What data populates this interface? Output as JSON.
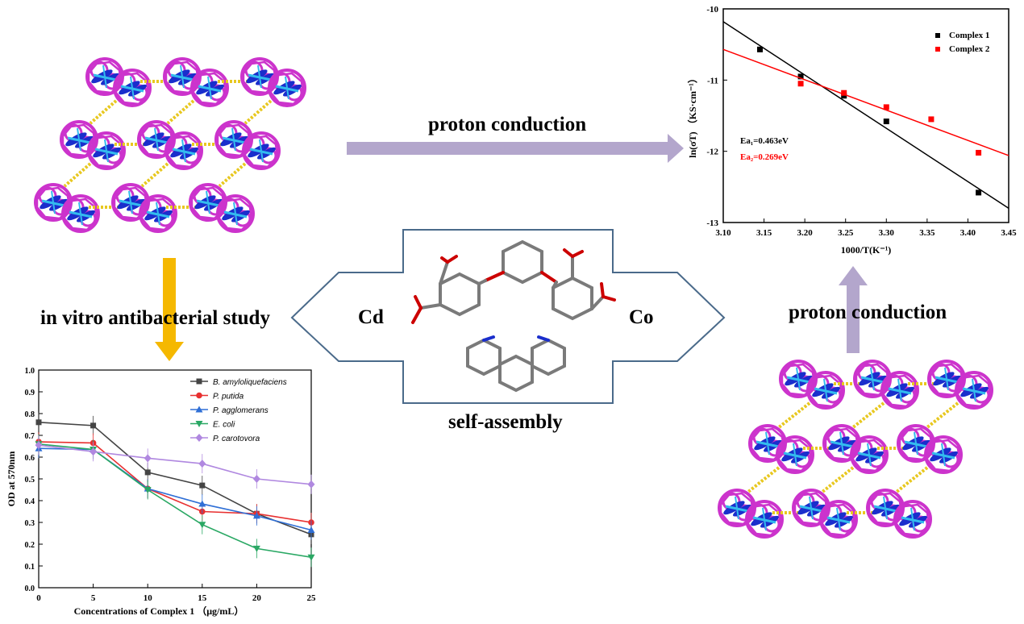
{
  "labels": {
    "proton_conduction_top": "proton conduction",
    "proton_conduction_right": "proton conduction",
    "in_vitro": "in vitro antibacterial study",
    "self_assembly": "self-assembly",
    "cd": "Cd",
    "co": "Co"
  },
  "colors": {
    "arrow_purple": "#b3a6cc",
    "arrow_yellow": "#f5b800",
    "hollow_arrow": "#4a6a8a",
    "crystal_magenta": "#cc33cc",
    "crystal_blue": "#1a2ecc",
    "crystal_cyan": "#33bbee",
    "crystal_gold": "#e8c820"
  },
  "chart_data": [
    {
      "type": "scatter",
      "xlabel": "1000/T(K⁻¹)",
      "ylabel": "ln(σT) （KS·cm⁻¹）",
      "xlim": [
        3.1,
        3.45
      ],
      "ylim": [
        -13,
        -10
      ],
      "xticks": [
        "3.10",
        "3.15",
        "3.20",
        "3.25",
        "3.30",
        "3.35",
        "3.40",
        "3.45"
      ],
      "yticks": [
        "-10",
        "-11",
        "-12",
        "-13"
      ],
      "legend_position": "top-right",
      "series": [
        {
          "name": "Complex 1",
          "color": "#000000",
          "x": [
            3.145,
            3.195,
            3.248,
            3.3,
            3.413
          ],
          "y": [
            -10.57,
            -10.95,
            -11.22,
            -11.58,
            -12.58
          ],
          "fit": [
            [
              3.1,
              -10.18
            ],
            [
              3.45,
              -12.8
            ]
          ]
        },
        {
          "name": "Complex 2",
          "color": "#ff0000",
          "x": [
            3.195,
            3.248,
            3.3,
            3.355,
            3.413
          ],
          "y": [
            -11.05,
            -11.18,
            -11.38,
            -11.55,
            -12.02
          ],
          "fit": [
            [
              3.1,
              -10.57
            ],
            [
              3.45,
              -12.06
            ]
          ]
        }
      ],
      "annotations": [
        {
          "text": "Ea₁=0.463eV",
          "color": "#000000"
        },
        {
          "text": "Ea₂=0.269eV",
          "color": "#ff0000"
        }
      ]
    },
    {
      "type": "line",
      "xlabel": "Concentrations of Complex 1 （μg/mL）",
      "ylabel": "OD at 570nm",
      "xlim": [
        0,
        25
      ],
      "ylim": [
        0,
        1.0
      ],
      "xticks": [
        "0",
        "5",
        "10",
        "15",
        "20",
        "25"
      ],
      "yticks": [
        "0.0",
        "0.1",
        "0.2",
        "0.3",
        "0.4",
        "0.5",
        "0.6",
        "0.7",
        "0.8",
        "0.9",
        "1.0"
      ],
      "legend_position": "top-right",
      "x": [
        0,
        5,
        10,
        15,
        20,
        25
      ],
      "series": [
        {
          "name": "B. amyloliquefaciens",
          "color": "#444444",
          "marker": "square",
          "values": [
            0.76,
            0.745,
            0.53,
            0.47,
            0.34,
            0.245
          ]
        },
        {
          "name": "P. putida",
          "color": "#e83030",
          "marker": "circle",
          "values": [
            0.67,
            0.665,
            0.455,
            0.35,
            0.34,
            0.3
          ]
        },
        {
          "name": "P. agglomerans",
          "color": "#2f6fd6",
          "marker": "triangle-up",
          "values": [
            0.64,
            0.635,
            0.455,
            0.385,
            0.33,
            0.265
          ]
        },
        {
          "name": "E. coli",
          "color": "#2aa864",
          "marker": "triangle-down",
          "values": [
            0.66,
            0.635,
            0.45,
            0.29,
            0.18,
            0.14
          ]
        },
        {
          "name": "P. carotovora",
          "color": "#b088e0",
          "marker": "diamond",
          "values": [
            0.655,
            0.625,
            0.595,
            0.57,
            0.5,
            0.475
          ]
        }
      ]
    }
  ]
}
